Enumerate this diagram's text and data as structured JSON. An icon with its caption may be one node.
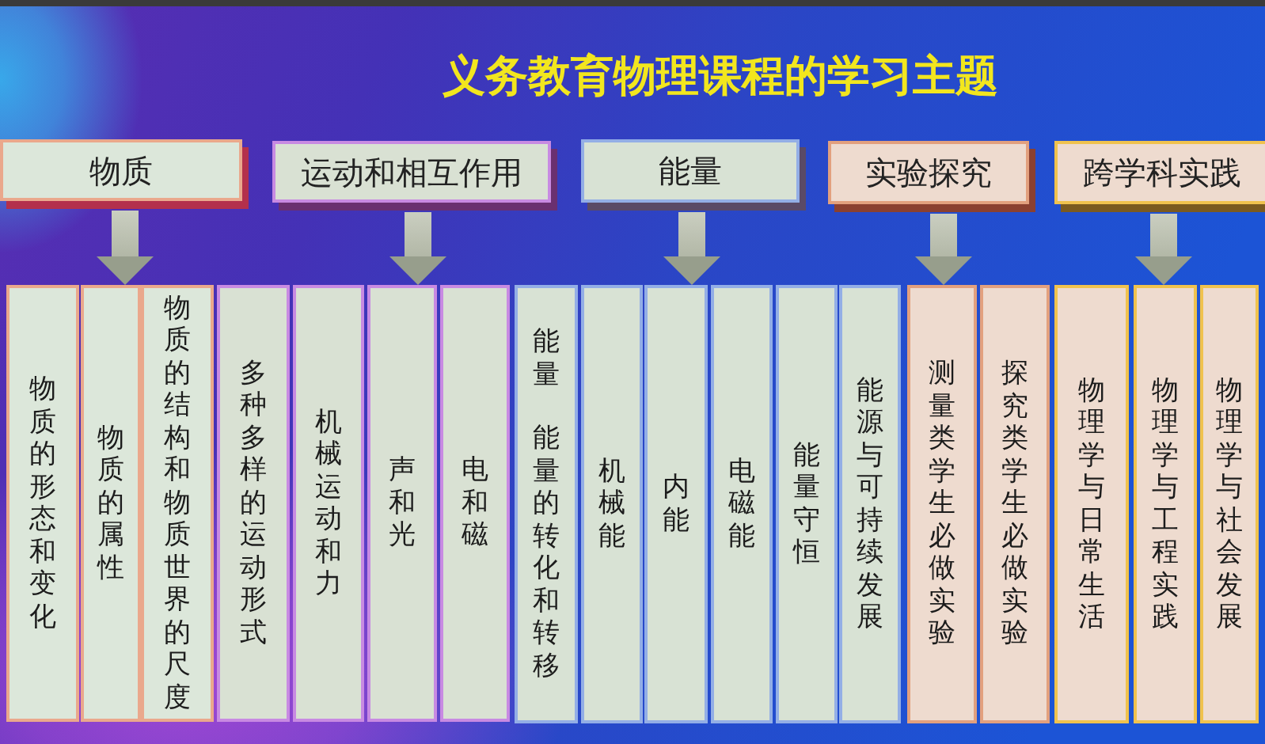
{
  "diagram": {
    "title": "义务教育物理课程的学习主题",
    "nodes": [
      {
        "text": [
          "物质"
        ]
      },
      {
        "text": [
          "运动和相互作用"
        ]
      },
      {
        "text": [
          "能量"
        ]
      },
      {
        "text": [
          "实验探究"
        ]
      },
      {
        "text": [
          "跨学科实践"
        ]
      },
      {
        "text": [
          "物质的形态和变化"
        ]
      },
      {
        "text": [
          "物质的属性"
        ]
      },
      {
        "text": [
          "物质的结构和物质世界的尺度"
        ]
      },
      {
        "text": [
          "多种多样的运动形式"
        ]
      },
      {
        "text": [
          "机械运动和力"
        ]
      },
      {
        "text": [
          "声和光"
        ]
      },
      {
        "text": [
          "电和磁"
        ]
      },
      {
        "text": [
          "能量",
          "能量的转化和转移"
        ]
      },
      {
        "text": [
          "机械能"
        ]
      },
      {
        "text": [
          "内能"
        ]
      },
      {
        "text": [
          "电磁能"
        ]
      },
      {
        "text": [
          "能量守恒"
        ]
      },
      {
        "text": [
          "能源与可持续发展"
        ]
      },
      {
        "text": [
          "测量类学生必做实验"
        ]
      },
      {
        "text": [
          "探究类学生必做实验"
        ]
      },
      {
        "text": [
          "物理学与日常生活"
        ]
      },
      {
        "text": [
          "物理学与工程实践"
        ]
      },
      {
        "text": [
          "物理学与社会发展"
        ]
      }
    ],
    "edges": [
      {
        "from": 0,
        "to": 6,
        "arrow": "to"
      },
      {
        "from": 1,
        "to": 10,
        "arrow": "to"
      },
      {
        "from": 2,
        "to": 14,
        "arrow": "to"
      },
      {
        "from": 3,
        "to": 18,
        "arrow": "to"
      },
      {
        "from": 4,
        "to": 21,
        "arrow": "to"
      }
    ]
  }
}
